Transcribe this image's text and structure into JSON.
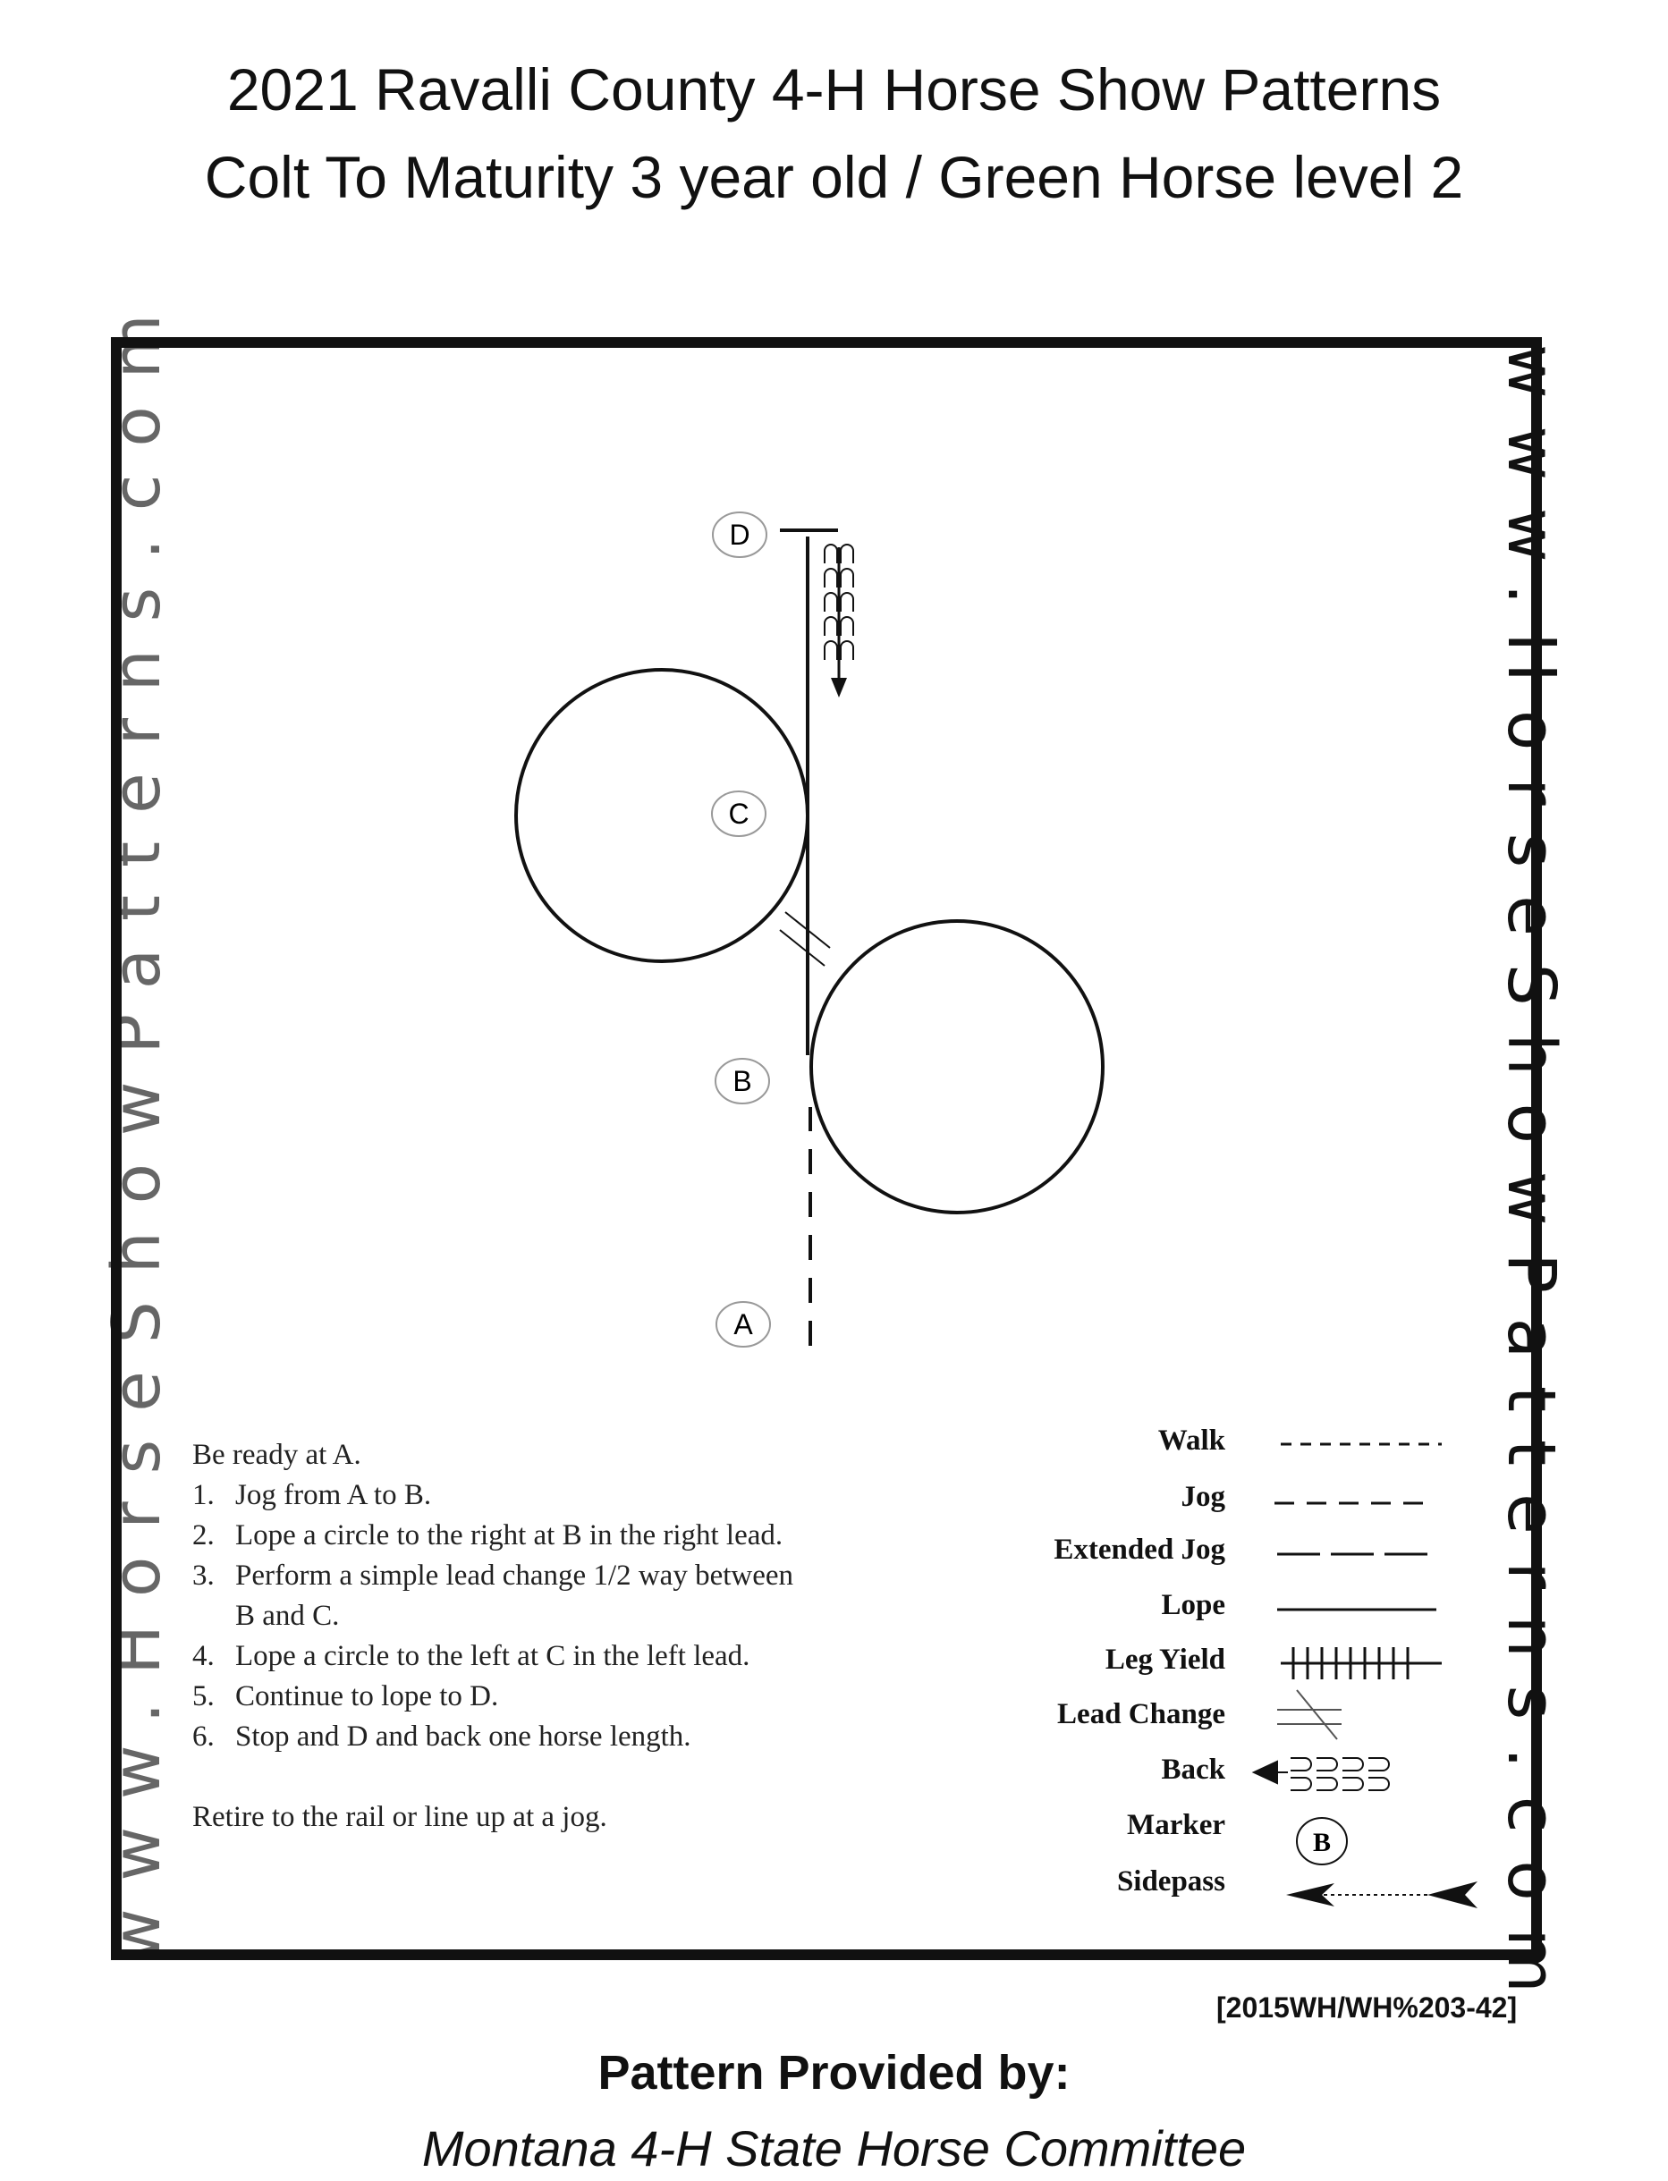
{
  "header": {
    "line1": "2021 Ravalli County 4-H Horse Show Patterns",
    "line2": "Colt To Maturity 3 year old / Green Horse level 2"
  },
  "watermark": {
    "left": "www.HorseShowPatterns.com",
    "right": "www.HorseShowPatterns.com"
  },
  "markers": {
    "a": "A",
    "b": "B",
    "c": "C",
    "d": "D"
  },
  "instructions": {
    "intro": "Be ready at A.",
    "steps": [
      {
        "num": "1.",
        "text": "Jog from A to B."
      },
      {
        "num": "2.",
        "text": "Lope a circle to the right at B in the right lead."
      },
      {
        "num": "3.",
        "text": "Perform a simple lead change 1/2 way between",
        "cont": "B and C."
      },
      {
        "num": "4.",
        "text": "Lope a circle to the left at C in the left lead."
      },
      {
        "num": "5.",
        "text": "Continue to lope to D."
      },
      {
        "num": "6.",
        "text": "Stop and D and back one horse length."
      }
    ],
    "closing": "Retire to the rail or line up at a jog."
  },
  "legend": {
    "walk": "Walk",
    "jog": "Jog",
    "extended_jog": "Extended Jog",
    "lope": "Lope",
    "leg_yield": "Leg Yield",
    "lead_change": "Lead Change",
    "back": "Back",
    "marker": "Marker",
    "marker_symbol": "B",
    "sidepass": "Sidepass"
  },
  "footer": {
    "code": "[2015WH/WH%203-42]",
    "provided_by": "Pattern Provided by:",
    "committee": "Montana 4-H State Horse Committee"
  }
}
